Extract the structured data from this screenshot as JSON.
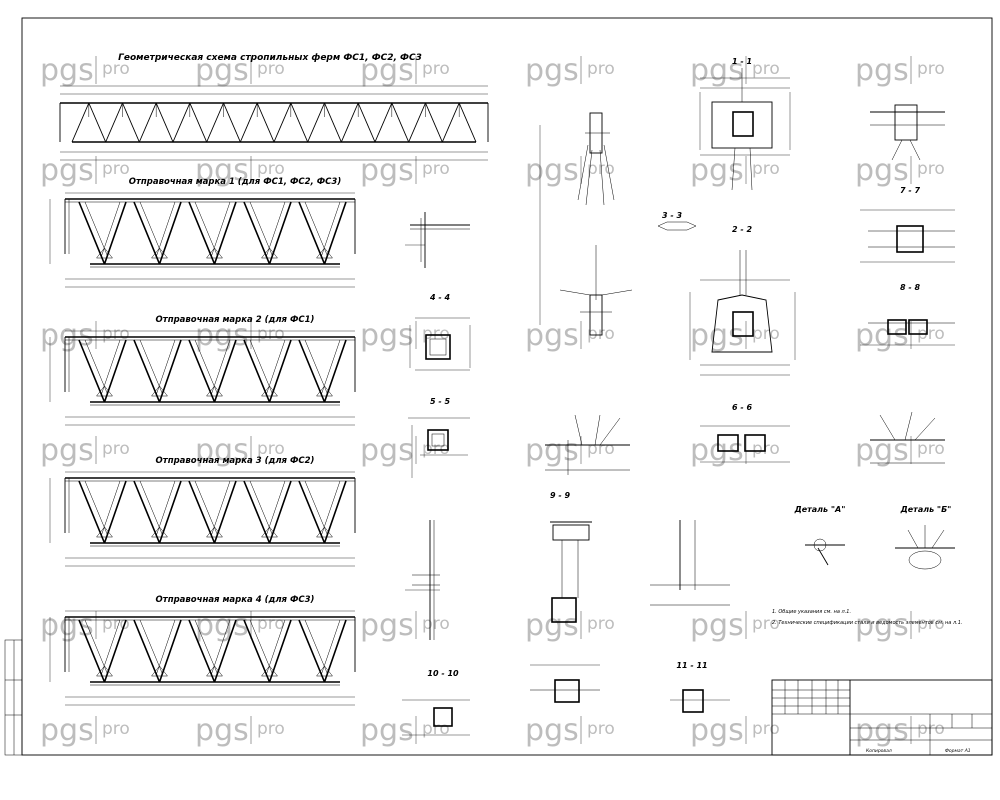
{
  "watermark": {
    "brand": "pgs",
    "suffix": "pro"
  },
  "geometry_title": "Геометрическая схема стропильных ферм ФС1, ФС2, ФС3",
  "marks": [
    {
      "title": "Отправочная марка 1 (для ФС1, ФС2, ФС3)"
    },
    {
      "title": "Отправочная марка 2 (для ФС1)"
    },
    {
      "title": "Отправочная марка 3 (для ФС2)"
    },
    {
      "title": "Отправочная марка 4 (для ФС3)"
    }
  ],
  "sections": {
    "s1": "1 - 1",
    "s2": "2 - 2",
    "s3": "3 - 3",
    "s4": "4 - 4",
    "s5": "5 - 5",
    "s6": "6 - 6",
    "s7": "7 - 7",
    "s8": "8 - 8",
    "s9": "9 - 9",
    "s10": "10 - 10",
    "s11": "11 - 11"
  },
  "details": {
    "a": "Деталь \"А\"",
    "b": "Деталь \"Б\""
  },
  "notes": [
    "1. Общие указания см. на л.1.",
    "2. Технические спецификации стали и ведомость элементов см. на л.1."
  ],
  "stamp": {
    "format": "Формат А1",
    "copied": "Копировал"
  }
}
